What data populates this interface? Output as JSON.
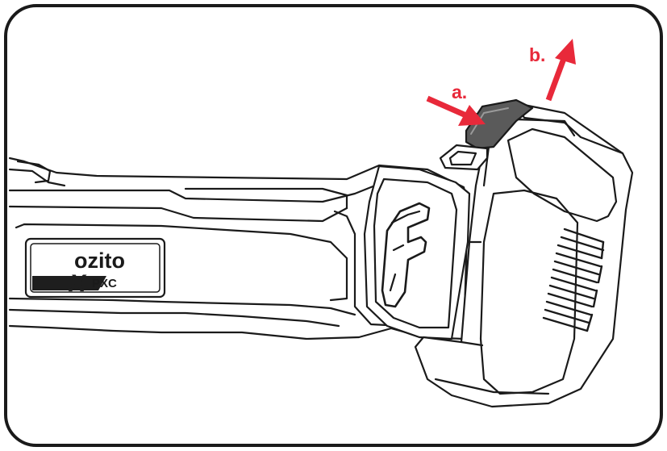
{
  "callouts": {
    "a": {
      "label": "a."
    },
    "b": {
      "label": "b."
    }
  },
  "brand": {
    "name": "ozito",
    "series_mark": "X",
    "series_text": "PXC"
  },
  "colors": {
    "arrow": "#e8293a",
    "outline": "#1a1a1a",
    "button_fill": "#5a5a5a",
    "badge_dark": "#1e1e1e"
  }
}
